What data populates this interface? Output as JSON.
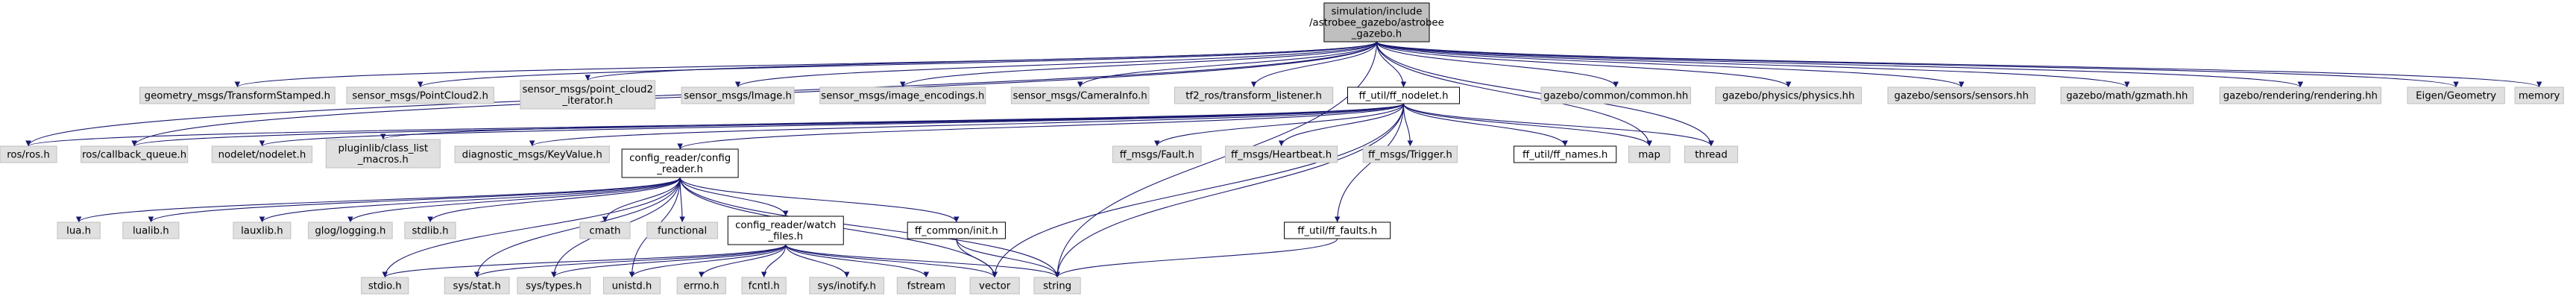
{
  "colors": {
    "edge": "#191970",
    "root_fill": "#bfbfbf",
    "root_stroke": "#000000",
    "doc_fill": "#ffffff",
    "doc_stroke": "#000000",
    "ext_fill": "#e0e0e0",
    "ext_stroke": "#bfbfbf"
  },
  "nodes": [
    {
      "id": "root",
      "kind": "root",
      "lines": [
        "simulation/include",
        "/astrobee_gazebo/astrobee",
        "_gazebo.h"
      ]
    },
    {
      "id": "geometry_msgs_transformstamped",
      "kind": "ext",
      "lines": [
        "geometry_msgs/TransformStamped.h"
      ]
    },
    {
      "id": "sensor_msgs_pointcloud2",
      "kind": "ext",
      "lines": [
        "sensor_msgs/PointCloud2.h"
      ]
    },
    {
      "id": "sensor_msgs_point_cloud2_iterator",
      "kind": "ext",
      "lines": [
        "sensor_msgs/point_cloud2",
        "_iterator.h"
      ]
    },
    {
      "id": "sensor_msgs_image",
      "kind": "ext",
      "lines": [
        "sensor_msgs/Image.h"
      ]
    },
    {
      "id": "sensor_msgs_image_encodings",
      "kind": "ext",
      "lines": [
        "sensor_msgs/image_encodings.h"
      ]
    },
    {
      "id": "sensor_msgs_camerainfo",
      "kind": "ext",
      "lines": [
        "sensor_msgs/CameraInfo.h"
      ]
    },
    {
      "id": "tf2_ros_transform_listener",
      "kind": "ext",
      "lines": [
        "tf2_ros/transform_listener.h"
      ]
    },
    {
      "id": "ff_util_ff_nodelet",
      "kind": "doc",
      "lines": [
        "ff_util/ff_nodelet.h"
      ]
    },
    {
      "id": "gazebo_common_common",
      "kind": "ext",
      "lines": [
        "gazebo/common/common.hh"
      ]
    },
    {
      "id": "gazebo_physics_physics",
      "kind": "ext",
      "lines": [
        "gazebo/physics/physics.hh"
      ]
    },
    {
      "id": "gazebo_sensors_sensors",
      "kind": "ext",
      "lines": [
        "gazebo/sensors/sensors.hh"
      ]
    },
    {
      "id": "gazebo_math_gzmath",
      "kind": "ext",
      "lines": [
        "gazebo/math/gzmath.hh"
      ]
    },
    {
      "id": "gazebo_rendering_rendering",
      "kind": "ext",
      "lines": [
        "gazebo/rendering/rendering.hh"
      ]
    },
    {
      "id": "eigen_geometry",
      "kind": "ext",
      "lines": [
        "Eigen/Geometry"
      ]
    },
    {
      "id": "memory",
      "kind": "ext",
      "lines": [
        "memory"
      ]
    },
    {
      "id": "ros_ros",
      "kind": "ext",
      "lines": [
        "ros/ros.h"
      ]
    },
    {
      "id": "ros_callback_queue",
      "kind": "ext",
      "lines": [
        "ros/callback_queue.h"
      ]
    },
    {
      "id": "nodelet_nodelet",
      "kind": "ext",
      "lines": [
        "nodelet/nodelet.h"
      ]
    },
    {
      "id": "pluginlib_class_list_macros",
      "kind": "ext",
      "lines": [
        "pluginlib/class_list",
        "_macros.h"
      ]
    },
    {
      "id": "diagnostic_msgs_keyvalue",
      "kind": "ext",
      "lines": [
        "diagnostic_msgs/KeyValue.h"
      ]
    },
    {
      "id": "config_reader_config_reader",
      "kind": "doc",
      "lines": [
        "config_reader/config",
        "_reader.h"
      ]
    },
    {
      "id": "ff_msgs_fault",
      "kind": "ext",
      "lines": [
        "ff_msgs/Fault.h"
      ]
    },
    {
      "id": "ff_msgs_heartbeat",
      "kind": "ext",
      "lines": [
        "ff_msgs/Heartbeat.h"
      ]
    },
    {
      "id": "ff_msgs_trigger",
      "kind": "ext",
      "lines": [
        "ff_msgs/Trigger.h"
      ]
    },
    {
      "id": "ff_util_ff_names",
      "kind": "doc",
      "lines": [
        "ff_util/ff_names.h"
      ]
    },
    {
      "id": "map",
      "kind": "ext",
      "lines": [
        "map"
      ]
    },
    {
      "id": "thread",
      "kind": "ext",
      "lines": [
        "thread"
      ]
    },
    {
      "id": "lua",
      "kind": "ext",
      "lines": [
        "lua.h"
      ]
    },
    {
      "id": "lualib",
      "kind": "ext",
      "lines": [
        "lualib.h"
      ]
    },
    {
      "id": "lauxlib",
      "kind": "ext",
      "lines": [
        "lauxlib.h"
      ]
    },
    {
      "id": "glog_logging",
      "kind": "ext",
      "lines": [
        "glog/logging.h"
      ]
    },
    {
      "id": "stdlib",
      "kind": "ext",
      "lines": [
        "stdlib.h"
      ]
    },
    {
      "id": "cmath",
      "kind": "ext",
      "lines": [
        "cmath"
      ]
    },
    {
      "id": "functional",
      "kind": "ext",
      "lines": [
        "functional"
      ]
    },
    {
      "id": "config_reader_watch_files",
      "kind": "doc",
      "lines": [
        "config_reader/watch",
        "_files.h"
      ]
    },
    {
      "id": "ff_common_init",
      "kind": "doc",
      "lines": [
        "ff_common/init.h"
      ]
    },
    {
      "id": "ff_util_ff_faults",
      "kind": "doc",
      "lines": [
        "ff_util/ff_faults.h"
      ]
    },
    {
      "id": "stdio",
      "kind": "ext",
      "lines": [
        "stdio.h"
      ]
    },
    {
      "id": "sys_stat",
      "kind": "ext",
      "lines": [
        "sys/stat.h"
      ]
    },
    {
      "id": "sys_types",
      "kind": "ext",
      "lines": [
        "sys/types.h"
      ]
    },
    {
      "id": "unistd",
      "kind": "ext",
      "lines": [
        "unistd.h"
      ]
    },
    {
      "id": "errno",
      "kind": "ext",
      "lines": [
        "errno.h"
      ]
    },
    {
      "id": "fcntl",
      "kind": "ext",
      "lines": [
        "fcntl.h"
      ]
    },
    {
      "id": "sys_inotify",
      "kind": "ext",
      "lines": [
        "sys/inotify.h"
      ]
    },
    {
      "id": "fstream",
      "kind": "ext",
      "lines": [
        "fstream"
      ]
    },
    {
      "id": "vector",
      "kind": "ext",
      "lines": [
        "vector"
      ]
    },
    {
      "id": "string",
      "kind": "ext",
      "lines": [
        "string"
      ]
    }
  ],
  "edges": [
    [
      "root",
      "geometry_msgs_transformstamped"
    ],
    [
      "root",
      "sensor_msgs_pointcloud2"
    ],
    [
      "root",
      "sensor_msgs_point_cloud2_iterator"
    ],
    [
      "root",
      "sensor_msgs_image"
    ],
    [
      "root",
      "sensor_msgs_image_encodings"
    ],
    [
      "root",
      "sensor_msgs_camerainfo"
    ],
    [
      "root",
      "tf2_ros_transform_listener"
    ],
    [
      "root",
      "ff_util_ff_nodelet"
    ],
    [
      "root",
      "gazebo_common_common"
    ],
    [
      "root",
      "gazebo_physics_physics"
    ],
    [
      "root",
      "gazebo_sensors_sensors"
    ],
    [
      "root",
      "gazebo_math_gzmath"
    ],
    [
      "root",
      "gazebo_rendering_rendering"
    ],
    [
      "root",
      "eigen_geometry"
    ],
    [
      "root",
      "memory"
    ],
    [
      "root",
      "ros_ros"
    ],
    [
      "root",
      "ros_callback_queue"
    ],
    [
      "root",
      "map"
    ],
    [
      "root",
      "thread"
    ],
    [
      "root",
      "string"
    ],
    [
      "ff_util_ff_nodelet",
      "ros_ros"
    ],
    [
      "ff_util_ff_nodelet",
      "ros_callback_queue"
    ],
    [
      "ff_util_ff_nodelet",
      "nodelet_nodelet"
    ],
    [
      "ff_util_ff_nodelet",
      "pluginlib_class_list_macros"
    ],
    [
      "ff_util_ff_nodelet",
      "diagnostic_msgs_keyvalue"
    ],
    [
      "ff_util_ff_nodelet",
      "config_reader_config_reader"
    ],
    [
      "ff_util_ff_nodelet",
      "ff_msgs_fault"
    ],
    [
      "ff_util_ff_nodelet",
      "ff_msgs_heartbeat"
    ],
    [
      "ff_util_ff_nodelet",
      "ff_msgs_trigger"
    ],
    [
      "ff_util_ff_nodelet",
      "ff_util_ff_names"
    ],
    [
      "ff_util_ff_nodelet",
      "ff_util_ff_faults"
    ],
    [
      "ff_util_ff_nodelet",
      "map"
    ],
    [
      "ff_util_ff_nodelet",
      "thread"
    ],
    [
      "ff_util_ff_nodelet",
      "vector"
    ],
    [
      "ff_util_ff_nodelet",
      "string"
    ],
    [
      "config_reader_config_reader",
      "lua"
    ],
    [
      "config_reader_config_reader",
      "lualib"
    ],
    [
      "config_reader_config_reader",
      "lauxlib"
    ],
    [
      "config_reader_config_reader",
      "glog_logging"
    ],
    [
      "config_reader_config_reader",
      "stdlib"
    ],
    [
      "config_reader_config_reader",
      "cmath"
    ],
    [
      "config_reader_config_reader",
      "functional"
    ],
    [
      "config_reader_config_reader",
      "config_reader_watch_files"
    ],
    [
      "config_reader_config_reader",
      "ff_common_init"
    ],
    [
      "config_reader_config_reader",
      "stdio"
    ],
    [
      "config_reader_config_reader",
      "sys_stat"
    ],
    [
      "config_reader_config_reader",
      "sys_types"
    ],
    [
      "config_reader_config_reader",
      "unistd"
    ],
    [
      "config_reader_config_reader",
      "vector"
    ],
    [
      "config_reader_config_reader",
      "string"
    ],
    [
      "config_reader_watch_files",
      "stdio"
    ],
    [
      "config_reader_watch_files",
      "sys_stat"
    ],
    [
      "config_reader_watch_files",
      "sys_types"
    ],
    [
      "config_reader_watch_files",
      "unistd"
    ],
    [
      "config_reader_watch_files",
      "errno"
    ],
    [
      "config_reader_watch_files",
      "fcntl"
    ],
    [
      "config_reader_watch_files",
      "sys_inotify"
    ],
    [
      "config_reader_watch_files",
      "fstream"
    ],
    [
      "config_reader_watch_files",
      "vector"
    ],
    [
      "config_reader_watch_files",
      "string"
    ],
    [
      "ff_common_init",
      "vector"
    ],
    [
      "ff_common_init",
      "string"
    ],
    [
      "ff_util_ff_faults",
      "string"
    ]
  ]
}
